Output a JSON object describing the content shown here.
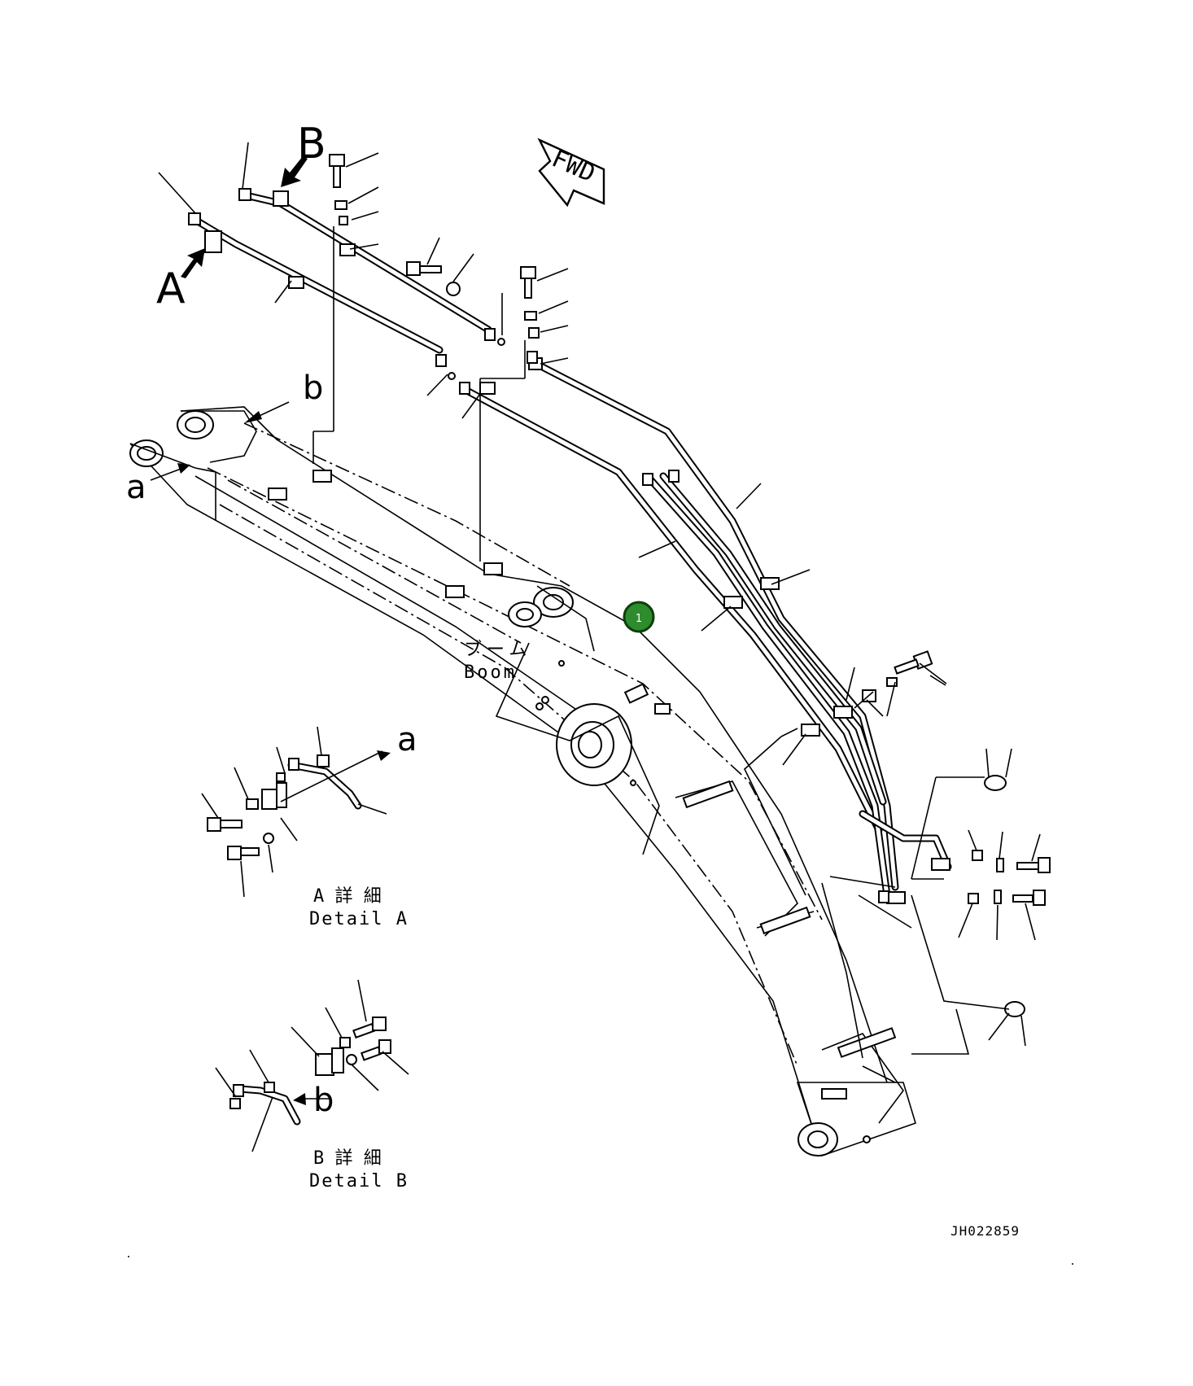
{
  "labels": {
    "view_a": "A",
    "view_b": "B",
    "ref_a": "a",
    "ref_b": "b",
    "fwd": "FWD",
    "boom_jp": "ブーム",
    "boom_en": "Boom",
    "detail_a_jp": "A 詳 細",
    "detail_a_en": "Detail A",
    "detail_b_jp": "B 詳 細",
    "detail_b_en": "Detail B",
    "drawing_no": "JH022859"
  },
  "callout": {
    "number": "1",
    "color": "#2e8b2e"
  }
}
